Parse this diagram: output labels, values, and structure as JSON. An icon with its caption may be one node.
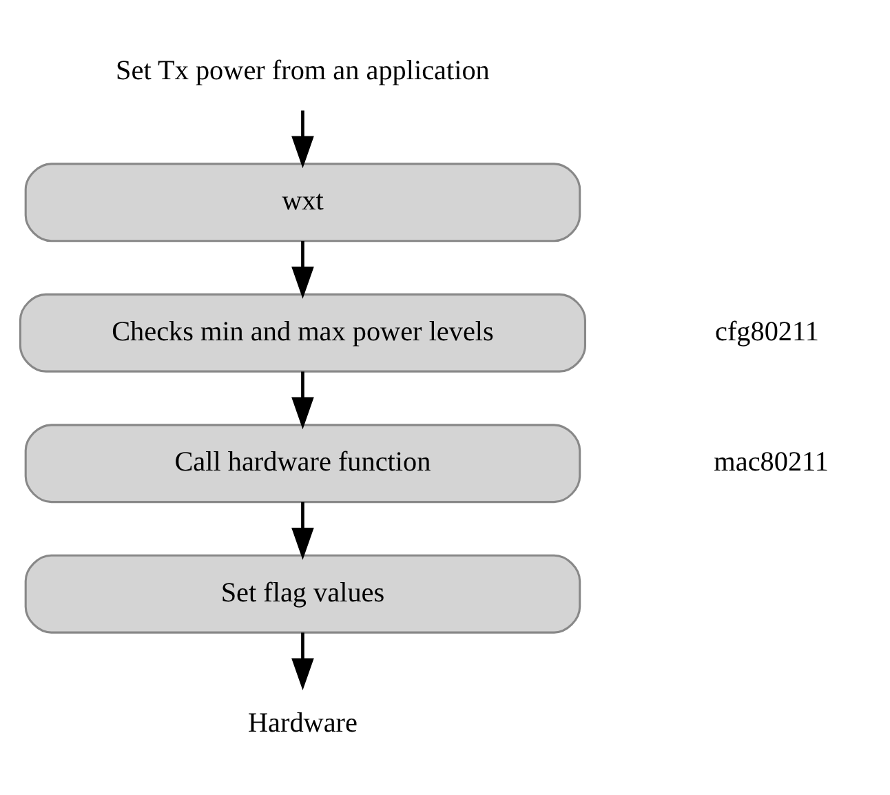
{
  "diagram": {
    "nodes": [
      {
        "text": [
          "Set Tx power from an application"
        ]
      },
      {
        "text": [
          "wxt"
        ]
      },
      {
        "text": [
          "Checks min and max power levels"
        ]
      },
      {
        "text": [
          "Call hardware function"
        ]
      },
      {
        "text": [
          "Set flag values"
        ]
      },
      {
        "text": [
          "Hardware"
        ]
      }
    ],
    "edges": [
      {
        "from": 0,
        "to": 1,
        "arrow": "to"
      },
      {
        "from": 1,
        "to": 2,
        "arrow": "to"
      },
      {
        "from": 2,
        "to": 3,
        "arrow": "to"
      },
      {
        "from": 3,
        "to": 4,
        "arrow": "to"
      },
      {
        "from": 4,
        "to": 5,
        "arrow": "to"
      }
    ],
    "labels": [
      "cfg80211",
      "mac80211"
    ]
  }
}
